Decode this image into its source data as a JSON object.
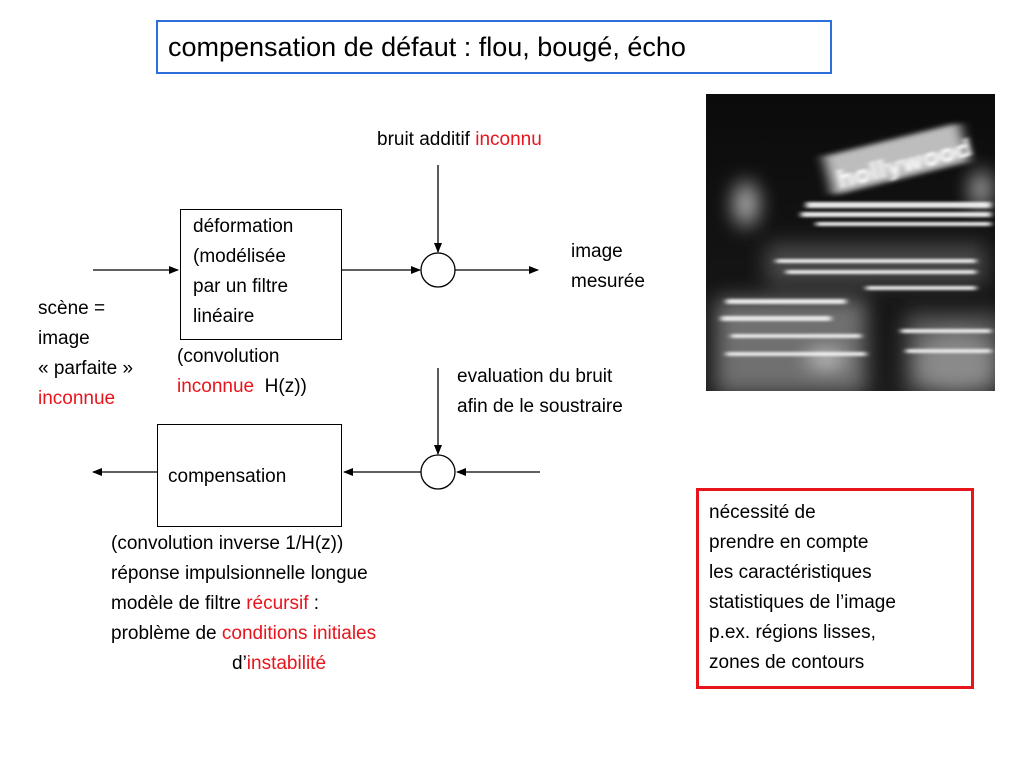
{
  "title": "compensation de défaut : flou, bougé, écho",
  "noise_top": {
    "text": "bruit additif ",
    "highlight": "inconnu"
  },
  "deformation_block": {
    "lines": [
      "déformation",
      "(modélisée",
      "par un filtre",
      "linéaire"
    ]
  },
  "convolution_note": {
    "line1": "(convolution",
    "highlight": "inconnue",
    "rest": "  H(z))"
  },
  "output_label": {
    "lines": [
      "image",
      "mesurée"
    ]
  },
  "scene_label": {
    "lines": [
      "scène =",
      "image",
      "« parfaite »"
    ],
    "highlight": "inconnue"
  },
  "noise_eval": {
    "lines": [
      "evaluation du bruit",
      "afin de le soustraire"
    ]
  },
  "compensation_block": {
    "label": "compensation"
  },
  "inverse_notes": {
    "line1": "(convolution inverse 1/H(z))",
    "line2": "réponse impulsionnelle longue",
    "line3_pre": "modèle de filtre ",
    "line3_red": "récursif",
    "line3_post": " :",
    "line4_pre": "problème de ",
    "line4_red": "conditions initiales",
    "line5_pre": "d’",
    "line5_red": "instabilité"
  },
  "note_box": {
    "lines": [
      "nécessité de",
      "prendre en compte",
      "les caractéristiques",
      "statistiques de l’image",
      "p.ex. régions lisses,",
      "zones de contours"
    ]
  },
  "photo": {
    "sign_text": "hollywood"
  },
  "colors": {
    "title_border": "#2c6fdb",
    "accent_red": "#e8141c"
  }
}
